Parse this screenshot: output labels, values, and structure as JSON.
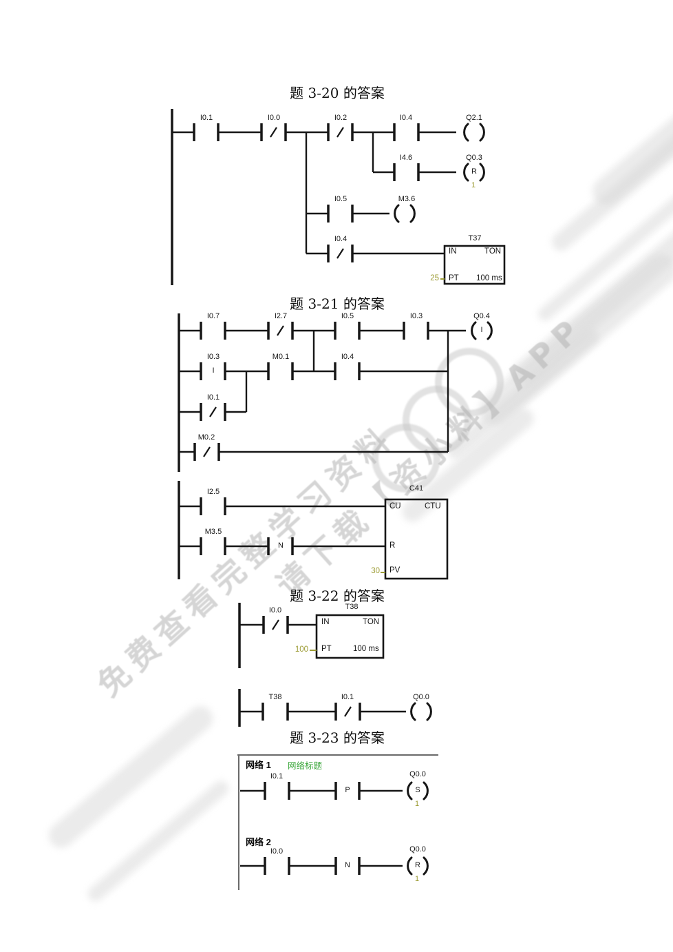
{
  "watermark": {
    "line1": "免费查看完整学习资料",
    "line2": "请下载【资小料】APP"
  },
  "titles": {
    "t320": "题 3-20 的答案",
    "t321": "题 3-21 的答案",
    "t322": "题 3-22 的答案",
    "t323": "题 3-23 的答案"
  },
  "colors": {
    "preset_olive": "#9d9c35",
    "subtitle_green": "#3aa63a"
  },
  "net320": {
    "r1": {
      "c1": "I0.1",
      "c2": "I0.0",
      "c3": "I0.2",
      "c4": "I0.4",
      "coil": "Q2.1"
    },
    "r2": {
      "c1": "I4.6",
      "coil": "Q0.3",
      "coil_mod": "R",
      "num": "1"
    },
    "r3": {
      "c1": "I0.5",
      "coil": "M3.6"
    },
    "r4": {
      "c1": "I0.4"
    },
    "timer": {
      "name": "T37",
      "in_label": "IN",
      "type": "TON",
      "pt_label": "PT",
      "time_base": "100 ms",
      "preset": "25"
    }
  },
  "net321": {
    "r1": {
      "c1": "I0.7",
      "c2": "I2.7",
      "c3": "I0.5",
      "c4": "I0.3",
      "coil": "Q0.4",
      "coil_mod": "I"
    },
    "r2": {
      "c1": "I0.3",
      "c1_mod": "I",
      "c2": "M0.1",
      "c3": "I0.4"
    },
    "r3": {
      "c1": "I0.1"
    },
    "r4": {
      "c1": "M0.2"
    },
    "counter": {
      "rung1_contact": "I2.5",
      "rung2_contact": "M3.5",
      "edge_mod": "N",
      "name": "C41",
      "cu_label": "CU",
      "type": "CTU",
      "r_label": "R",
      "pv_label": "PV",
      "preset": "30"
    }
  },
  "net322": {
    "r1": {
      "c1": "I0.0"
    },
    "timer": {
      "name": "T38",
      "in_label": "IN",
      "type": "TON",
      "pt_label": "PT",
      "time_base": "100 ms",
      "preset": "100"
    },
    "r2": {
      "c1": "T38",
      "c2": "I0.1",
      "coil": "Q0.0"
    }
  },
  "net323": {
    "n1": {
      "header": "网络 1",
      "subtitle": "网络标题",
      "c1": "I0.1",
      "edge_mod": "P",
      "coil": "Q0.0",
      "coil_mod": "S",
      "num": "1"
    },
    "n2": {
      "header": "网络 2",
      "c1": "I0.0",
      "edge_mod": "N",
      "coil": "Q0.0",
      "coil_mod": "R",
      "num": "1"
    }
  }
}
